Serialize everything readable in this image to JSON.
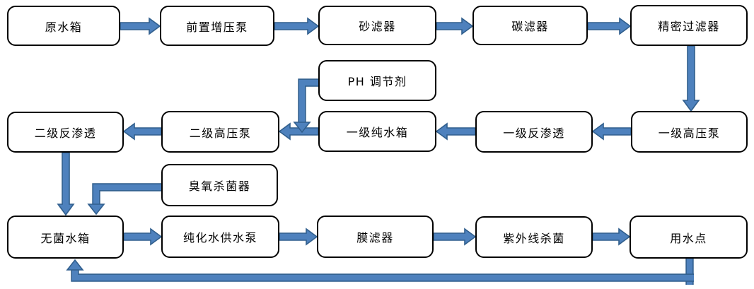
{
  "diagram": {
    "title": "water-purification-process-flowchart",
    "nodes": {
      "raw_water_tank": "原水箱",
      "pre_booster_pump": "前置增压泵",
      "sand_filter": "砂滤器",
      "carbon_filter": "碳滤器",
      "precision_filter": "精密过滤器",
      "ph_adjuster": "PH 调节剂",
      "second_stage_ro": "二级反渗透",
      "second_stage_hp_pump": "二级高压泵",
      "first_stage_pure_water_tank": "一级纯水箱",
      "first_stage_ro": "一级反渗透",
      "first_stage_hp_pump": "一级高压泵",
      "ozone_sterilizer": "臭氧杀菌器",
      "sterile_water_tank": "无菌水箱",
      "purified_water_supply_pump": "纯化水供水泵",
      "membrane_filter": "膜滤器",
      "uv_sterilizer": "紫外线杀菌",
      "water_use_point": "用水点"
    },
    "colors": {
      "arrow_fill": "#4e81bd",
      "arrow_border": "#315f8d",
      "box_border": "#000000",
      "box_fill": "#ffffff",
      "text": "#000000",
      "background": "#ffffff"
    }
  }
}
